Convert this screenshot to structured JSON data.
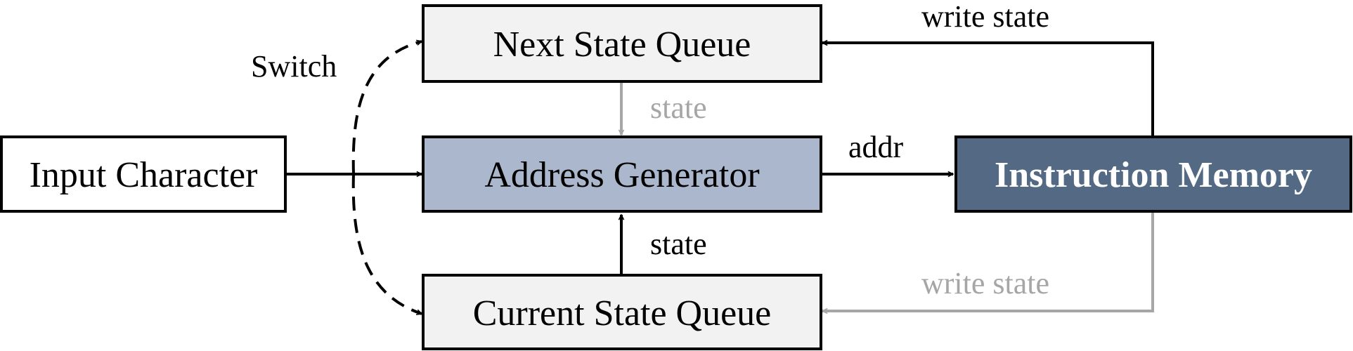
{
  "nodes": {
    "input_character": {
      "label": "Input Character",
      "fill": "#ffffff",
      "text_color": "#000000"
    },
    "next_state_queue": {
      "label": "Next State Queue",
      "fill": "#f2f2f2",
      "text_color": "#000000"
    },
    "address_generator": {
      "label": "Address Generator",
      "fill": "#aab7cc",
      "text_color": "#000000"
    },
    "current_state_queue": {
      "label": "Current State Queue",
      "fill": "#f2f2f2",
      "text_color": "#000000"
    },
    "instruction_memory": {
      "label": "Instruction Memory",
      "fill": "#546a84",
      "text_color": "#ffffff"
    }
  },
  "edges": {
    "switch": {
      "label": "Switch",
      "style": "dashed",
      "color": "#000000"
    },
    "next_to_address": {
      "label": "state",
      "color": "#a6a6a6"
    },
    "address_to_memory": {
      "label": "addr",
      "color": "#000000"
    },
    "current_to_address": {
      "label": "state",
      "color": "#000000"
    },
    "memory_to_next": {
      "label": "write state",
      "color": "#000000"
    },
    "memory_to_current": {
      "label": "write state",
      "color": "#a6a6a6"
    },
    "input_to_address": {
      "label": "",
      "color": "#000000"
    }
  }
}
